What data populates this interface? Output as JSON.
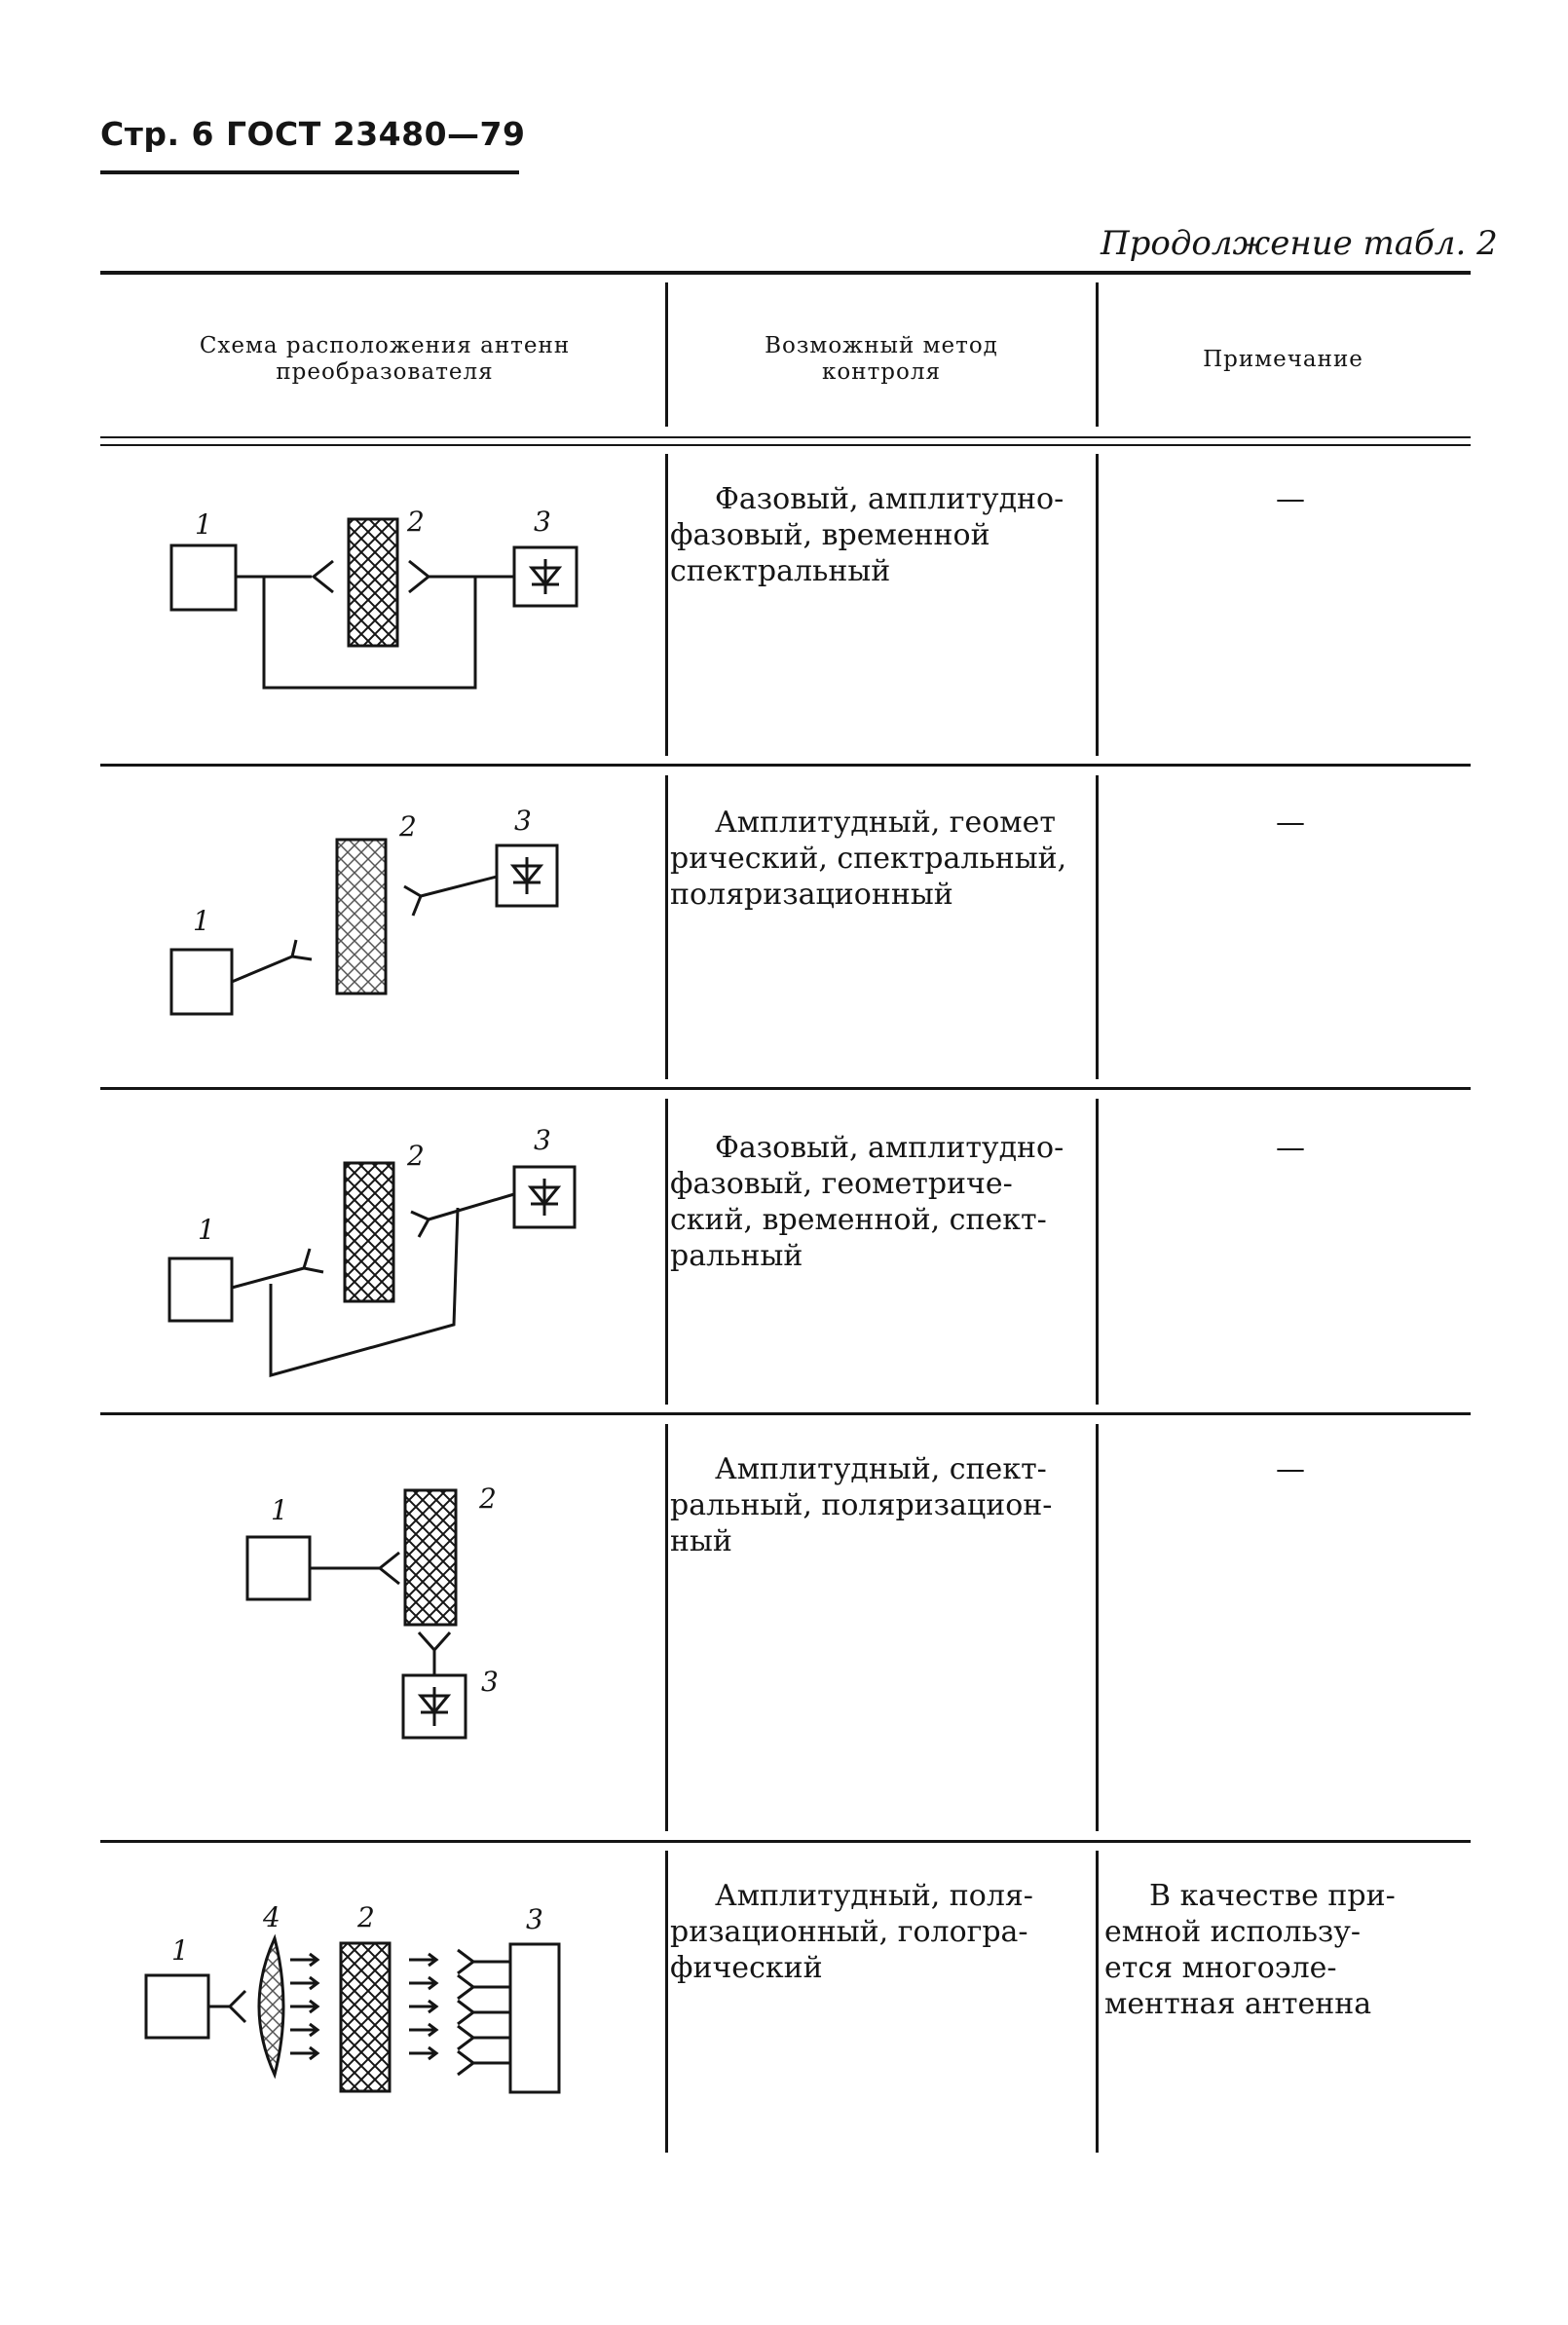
{
  "header": {
    "page_label": "Стр. 6",
    "standard": "ГОСТ 23480—79"
  },
  "continuation": "Продолжение табл. 2",
  "table": {
    "columns": [
      "Схема расположения антенн преобразователя",
      "Возможный метод контроля",
      "Примечание"
    ],
    "rows": [
      {
        "method_lines": [
          "Фазовый, амплитудно-",
          "фазовый, временной",
          "спектральный"
        ],
        "note": "—",
        "labels": [
          "1",
          "2",
          "3"
        ]
      },
      {
        "method_lines": [
          "Амплитудный, геомет",
          "рический, спектральный,",
          "поляризационный"
        ],
        "note": "—",
        "labels": [
          "1",
          "2",
          "3"
        ]
      },
      {
        "method_lines": [
          "Фазовый, амплитудно-",
          "фазовый, геометриче-",
          "ский, временной, спект-",
          "ральный"
        ],
        "note": "—",
        "labels": [
          "1",
          "2",
          "3"
        ]
      },
      {
        "method_lines": [
          "Амплитудный, спект-",
          "ральный, поляризацион-",
          "ный"
        ],
        "note": "—",
        "labels": [
          "1",
          "2",
          "3"
        ]
      },
      {
        "method_lines": [
          "Амплитудный, поля-",
          "ризационный, гологра-",
          "фический"
        ],
        "note_lines": [
          "В качестве при-",
          "емной использу-",
          "ется многоэле-",
          "ментная антенна"
        ],
        "labels": [
          "1",
          "4",
          "2",
          "3"
        ]
      }
    ]
  }
}
